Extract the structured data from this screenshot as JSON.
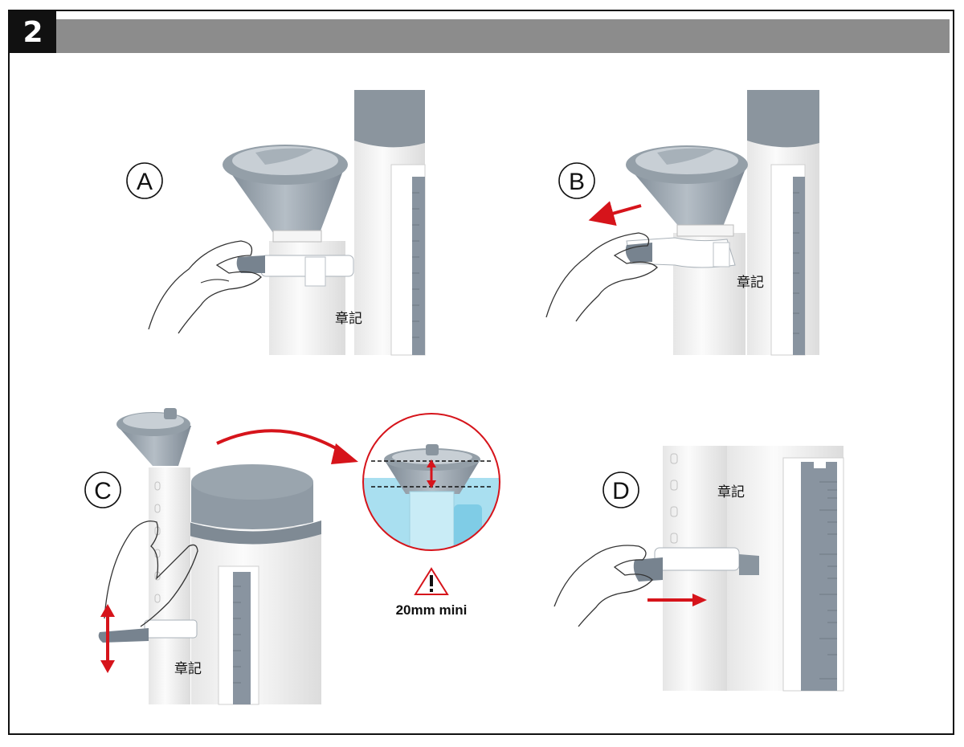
{
  "header": {
    "step_number": "2"
  },
  "panels": {
    "A": {
      "letter": "A",
      "mark_label": "章記"
    },
    "B": {
      "letter": "B",
      "mark_label": "章記"
    },
    "C": {
      "letter": "C",
      "mark_label": "章記",
      "warning_text": "20mm mini"
    },
    "D": {
      "letter": "D",
      "mark_label": "章記"
    }
  },
  "colors": {
    "frame": "#111111",
    "header_bar": "#8c8c8c",
    "funnel_gray": "#8f9aa4",
    "cylinder_white": "#f2f2f2",
    "scale_gray": "#8994a0",
    "arrow_red": "#d6141b",
    "water_blue": "#a9dff0"
  },
  "icons": {
    "warning": "warning-triangle-icon",
    "arrow": "red-arrow-icon"
  }
}
